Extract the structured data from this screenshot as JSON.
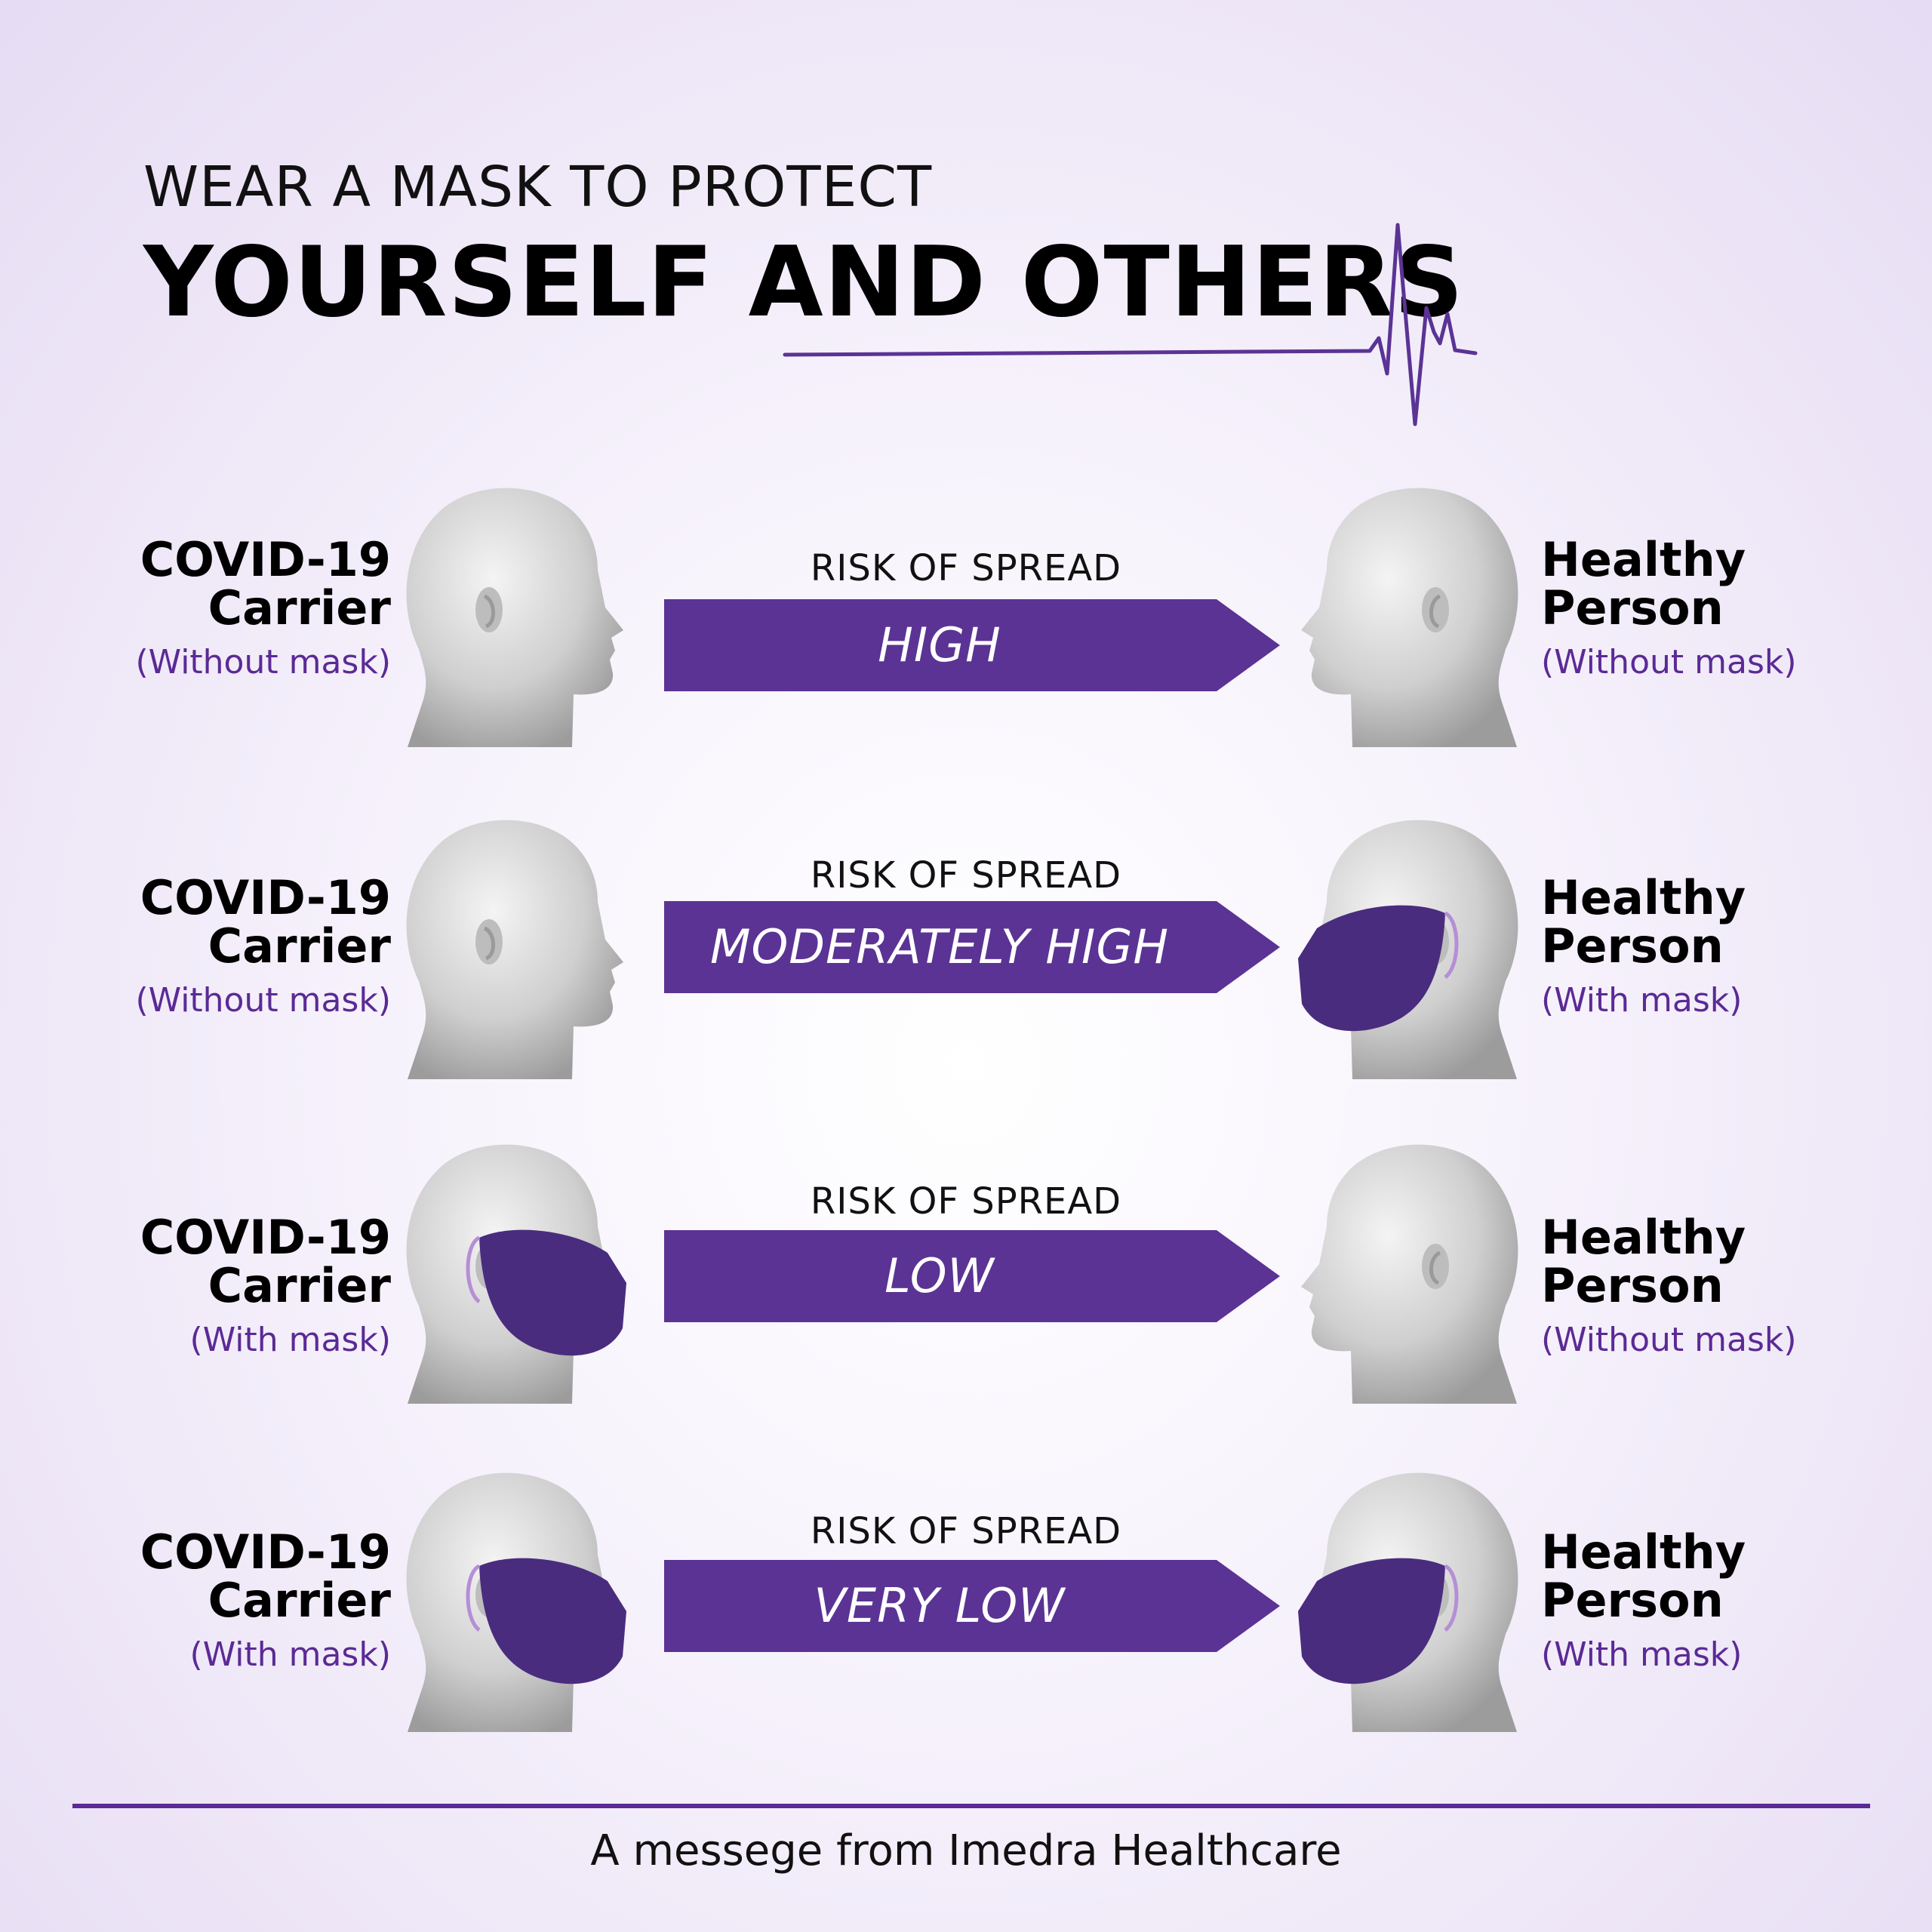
{
  "header": {
    "line1": "WEAR A MASK TO PROTECT",
    "line2": "YOURSELF AND OTHERS"
  },
  "colors": {
    "accent": "#5b3394",
    "subtext": "#5b2a95",
    "mask": "#4a2c7e"
  },
  "rows": [
    {
      "left": {
        "title1": "COVID-19",
        "title2": "Carrier",
        "status": "(Without mask)",
        "masked": false
      },
      "caption": "RISK OF SPREAD",
      "risk": "HIGH",
      "right": {
        "title1": "Healthy",
        "title2": "Person",
        "status": "(Without mask)",
        "masked": false
      }
    },
    {
      "left": {
        "title1": "COVID-19",
        "title2": "Carrier",
        "status": "(Without mask)",
        "masked": false
      },
      "caption": "RISK OF SPREAD",
      "risk": "MODERATELY HIGH",
      "right": {
        "title1": "Healthy",
        "title2": "Person",
        "status": "(With mask)",
        "masked": true
      }
    },
    {
      "left": {
        "title1": "COVID-19",
        "title2": "Carrier",
        "status": "(With mask)",
        "masked": true
      },
      "caption": "RISK OF SPREAD",
      "risk": "LOW",
      "right": {
        "title1": "Healthy",
        "title2": "Person",
        "status": "(Without mask)",
        "masked": false
      }
    },
    {
      "left": {
        "title1": "COVID-19",
        "title2": "Carrier",
        "status": "(With mask)",
        "masked": true
      },
      "caption": "RISK OF SPREAD",
      "risk": "VERY LOW",
      "right": {
        "title1": "Healthy",
        "title2": "Person",
        "status": "(With mask)",
        "masked": true
      }
    }
  ],
  "footer": "A messege from Imedra Healthcare"
}
